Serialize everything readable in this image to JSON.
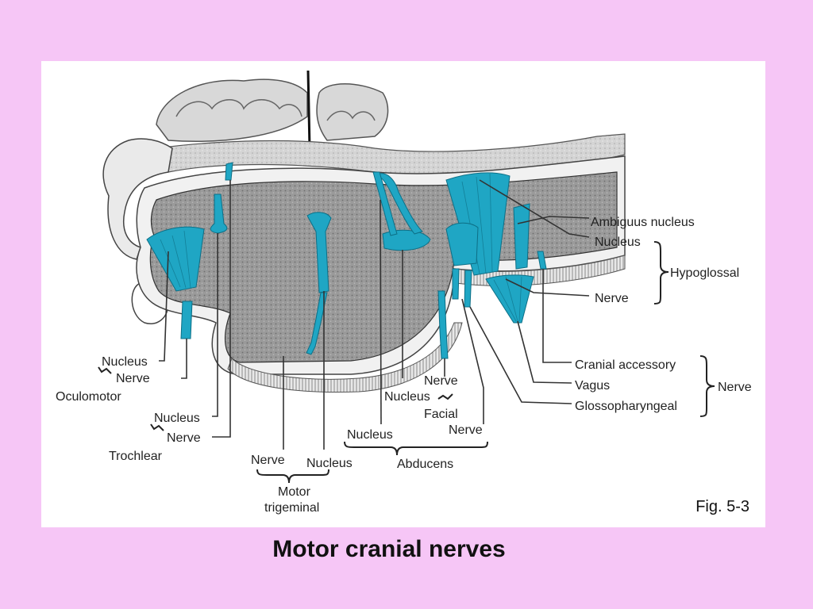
{
  "slide_title": "Motor cranial nerves",
  "figure_number": "Fig. 5-3",
  "colors": {
    "background": "#f6c6f6",
    "nerve_fill": "#1fa6c4",
    "brainstem_gray": "#8e8e8e"
  },
  "labels": {
    "ambiguus_nucleus": "Ambiguus nucleus",
    "hypoglossal_nucleus": "Nucleus",
    "hypoglossal_nerve": "Nerve",
    "hypoglossal": "Hypoglossal",
    "cranial_accessory": "Cranial accessory",
    "vagus": "Vagus",
    "glossopharyngeal": "Glossopharyngeal",
    "nerve_group": "Nerve",
    "oculomotor_nucleus": "Nucleus",
    "oculomotor_nerve": "Nerve",
    "oculomotor": "Oculomotor",
    "trochlear_nucleus": "Nucleus",
    "trochlear_nerve": "Nerve",
    "trochlear": "Trochlear",
    "trigeminal_nerve": "Nerve",
    "trigeminal_nucleus": "Nucleus",
    "motor_trigeminal_1": "Motor",
    "motor_trigeminal_2": "trigeminal",
    "facial_nerve": "Nerve",
    "facial_nucleus": "Nucleus",
    "facial": "Facial",
    "abducens_nucleus": "Nucleus",
    "abducens_nerve": "Nerve",
    "abducens": "Abducens"
  }
}
